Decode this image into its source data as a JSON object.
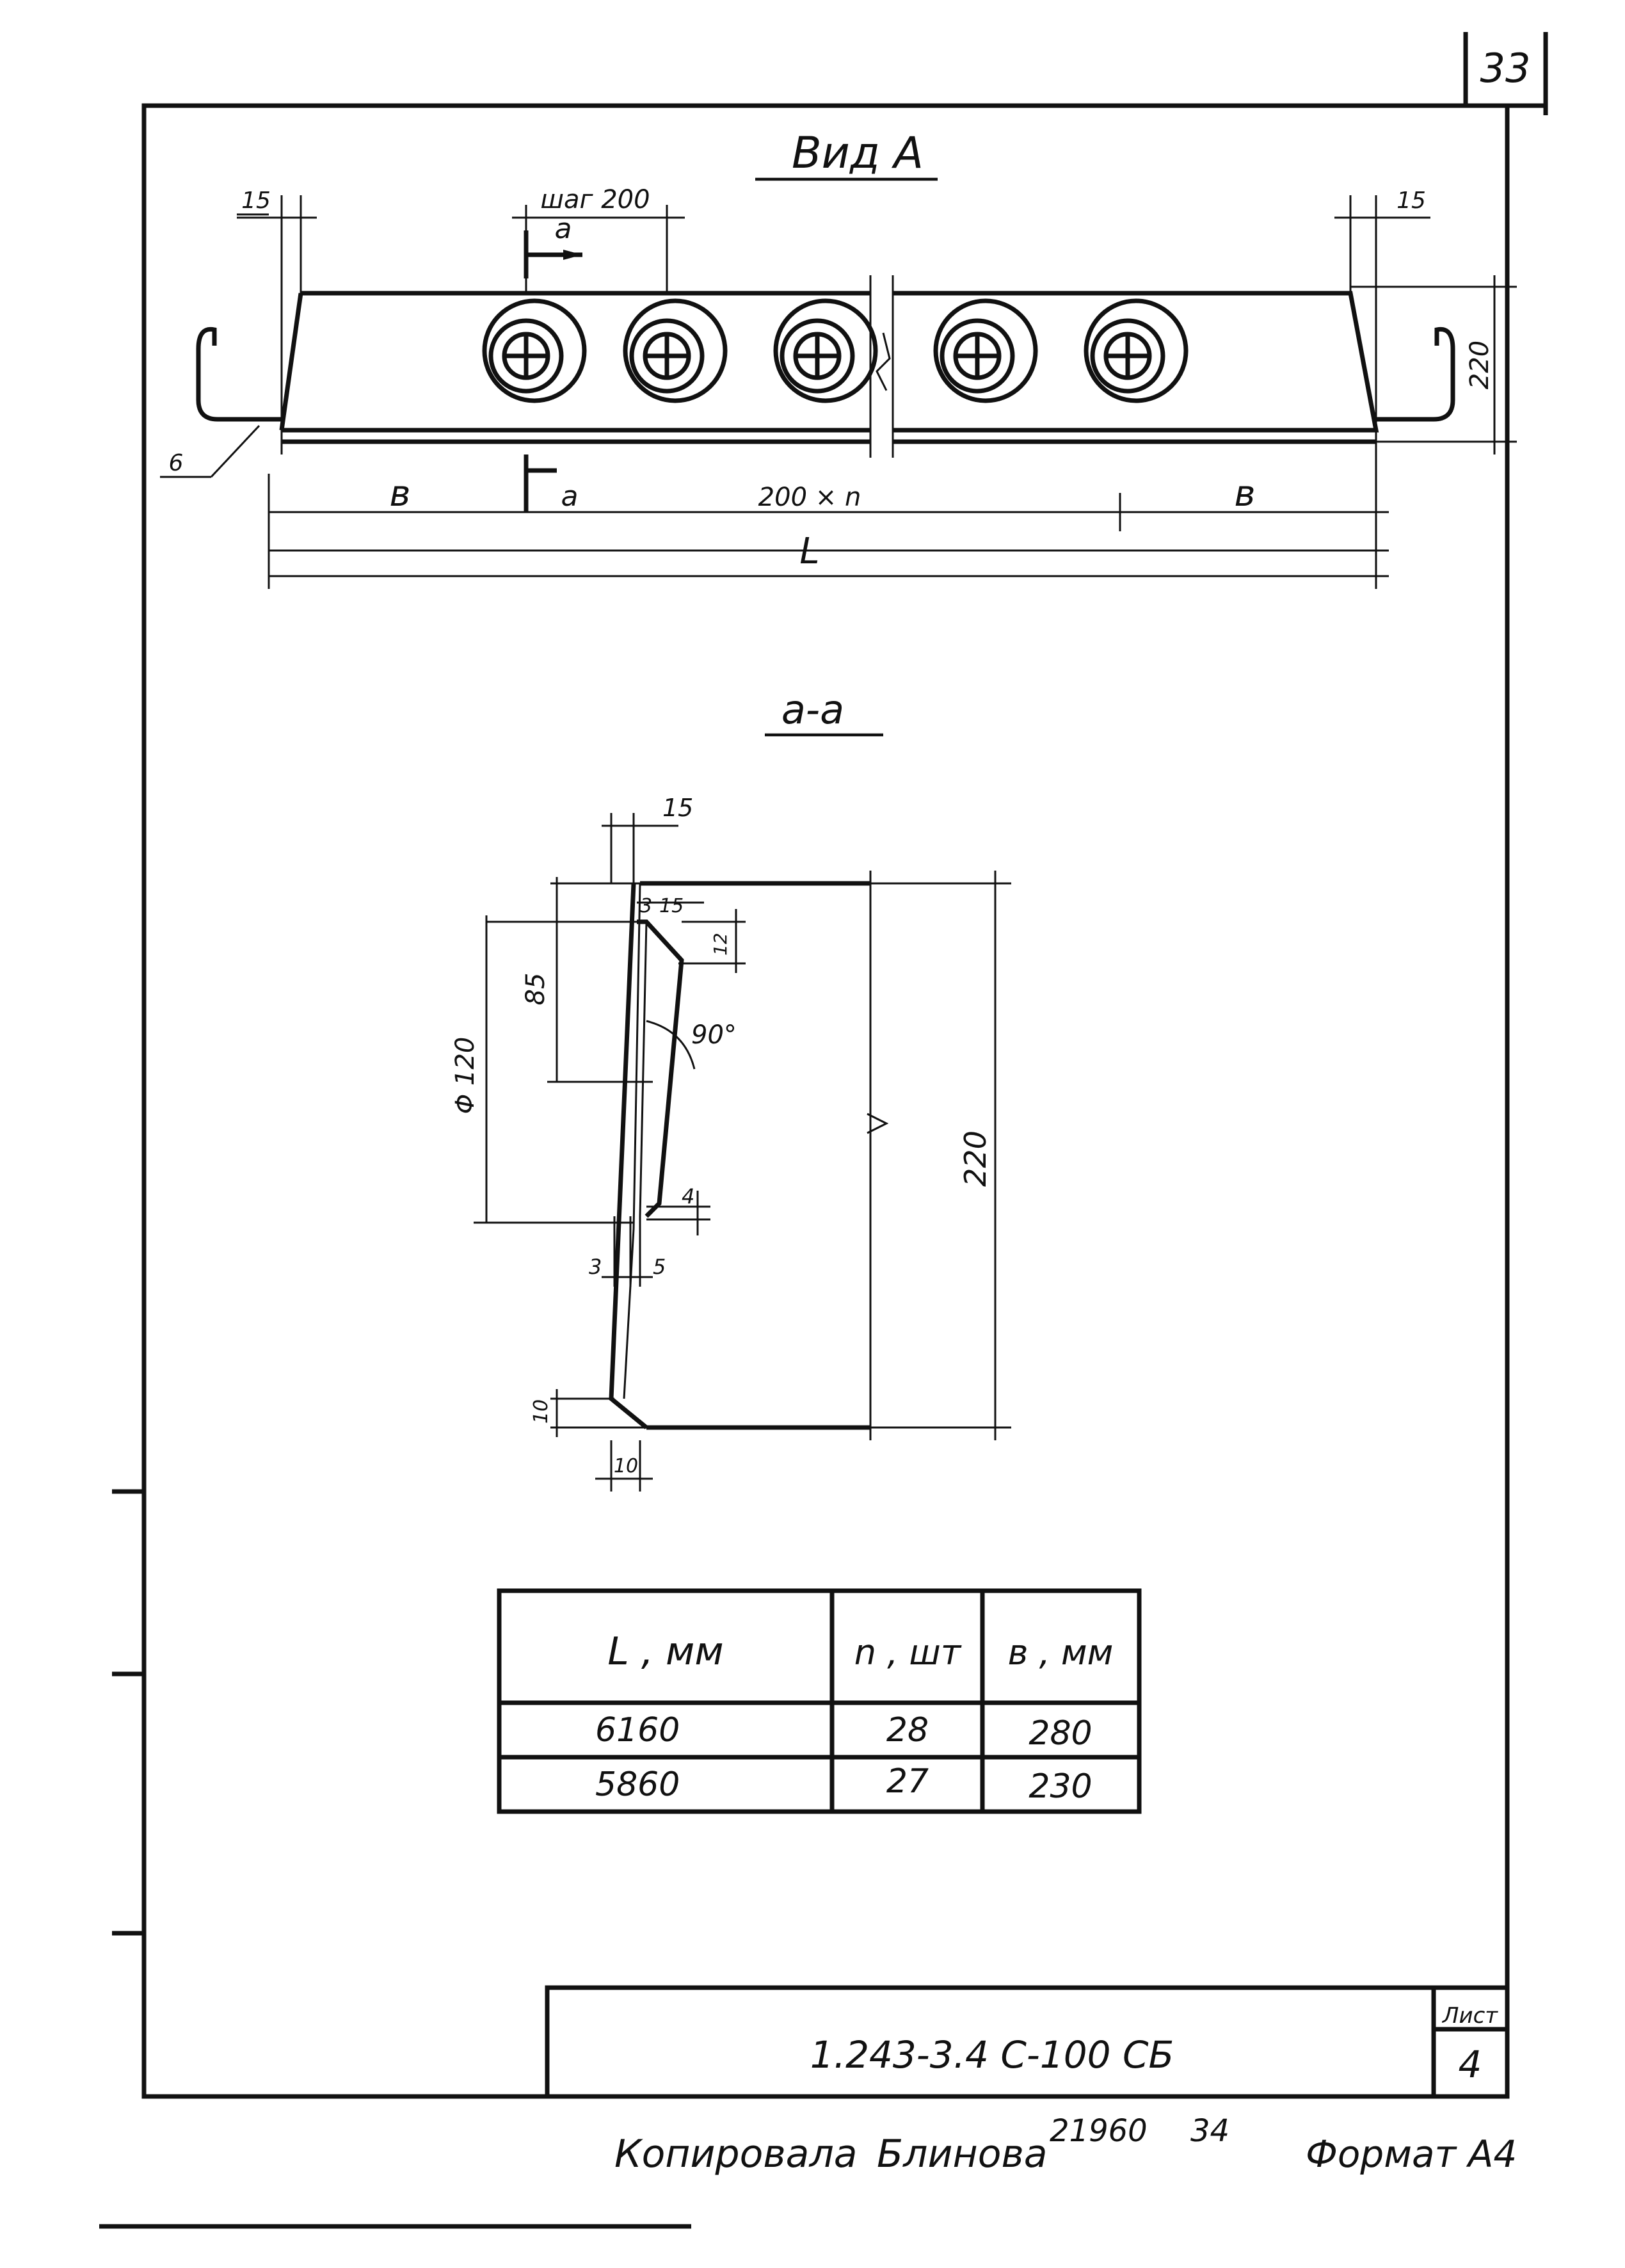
{
  "sheet_corner_number": "33",
  "view_a": {
    "title": "Вид А",
    "dim_left_edge": "15",
    "dim_right_edge": "15",
    "step_label": "шаг 200",
    "section_mark_top": "а",
    "section_mark_bottom": "а",
    "dim_height": "220",
    "dim_b_left": "в",
    "dim_b_right": "в",
    "dim_span": "200 × n",
    "dim_total": "L",
    "leader_label": "6"
  },
  "section_aa": {
    "title": "а-а",
    "dim_top_15": "15",
    "dim_3_top": "3",
    "dim_15_inner": "15",
    "dim_12": "12",
    "dim_85": "85",
    "angle": "90°",
    "dim_phi120": "Φ 120",
    "dim_220": "220",
    "dim_4": "4",
    "dim_3_bottom": "3",
    "dim_5": "5",
    "dim_10_vertical": "10",
    "dim_10_horizontal": "10"
  },
  "table": {
    "headers": [
      "L , мм",
      "n , шт",
      "в , мм"
    ],
    "rows": [
      [
        "6160",
        "28",
        "280"
      ],
      [
        "5860",
        "27",
        "230"
      ]
    ]
  },
  "title_block": {
    "document_code": "1.243-3.4 С-100 СБ",
    "sheet_label": "Лист",
    "sheet_number": "4"
  },
  "footer": {
    "copied_by": "Копировала",
    "copier_name": "Блинова",
    "inventory_number": "21960",
    "extra_number": "34",
    "format": "Формат А4"
  }
}
